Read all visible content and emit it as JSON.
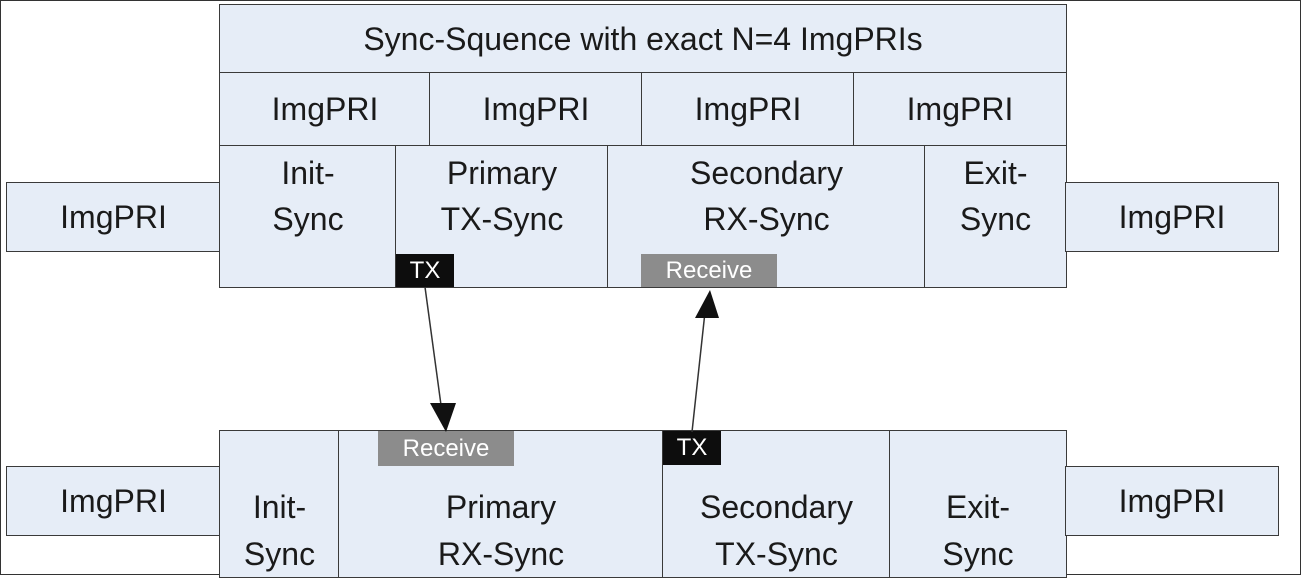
{
  "header": {
    "title": "Sync-Squence with exact  N=4 ImgPRIs",
    "imgpri_row": [
      "ImgPRI",
      "ImgPRI",
      "ImgPRI",
      "ImgPRI"
    ]
  },
  "top_row": {
    "left": "ImgPRI",
    "init": "Init-\nSync",
    "primary": "Primary\nTX-Sync",
    "secondary": "Secondary\nRX-Sync",
    "exit": "Exit-\nSync",
    "right": "ImgPRI",
    "tx_tag": "TX",
    "rx_tag": "Receive"
  },
  "bottom_row": {
    "left": "ImgPRI",
    "init": "Init-\nSync",
    "primary": "Primary\nRX-Sync",
    "secondary": "Secondary\nTX-Sync",
    "exit": "Exit-\nSync",
    "right": "ImgPRI",
    "rx_tag": "Receive",
    "tx_tag": "TX"
  },
  "colors": {
    "cell_fill": "#e6edf7",
    "border": "#3a3a3a",
    "tx_tag": "#0d0d0d",
    "receive_tag": "#8c8c8c"
  }
}
